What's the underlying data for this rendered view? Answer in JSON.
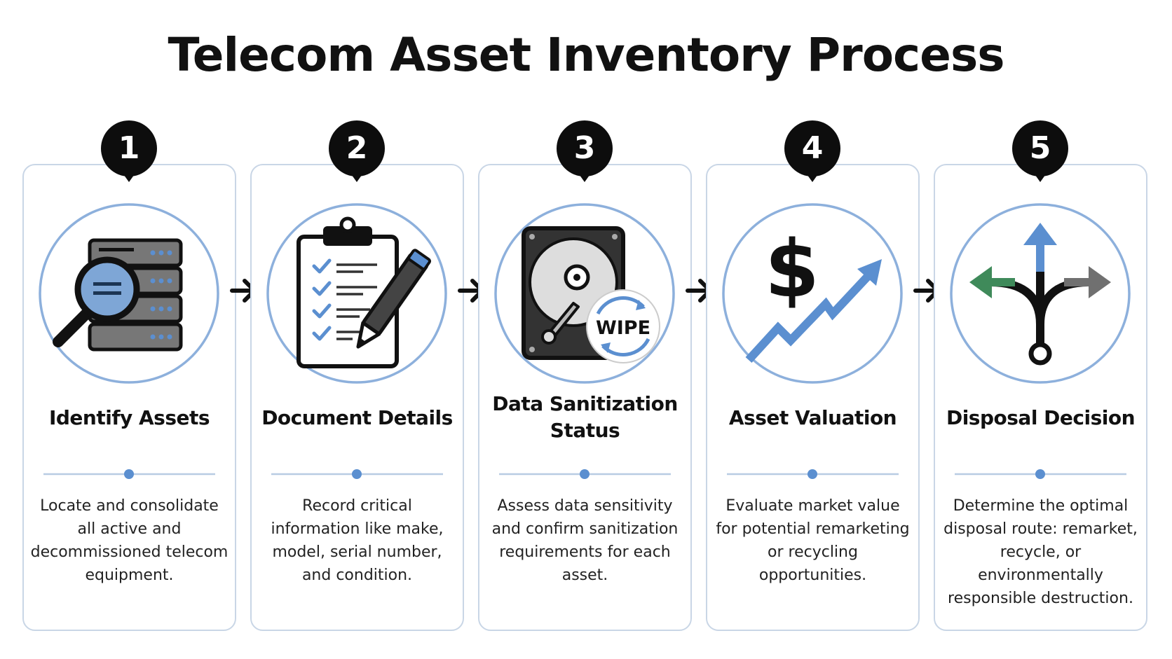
{
  "title": "Telecom Asset Inventory Process",
  "colors": {
    "accent": "#5b8fd0",
    "dark": "#0d0d0d",
    "border": "#c9d6e6",
    "green": "#3f8a5a",
    "gray": "#707070"
  },
  "steps": [
    {
      "number": "1",
      "title": "Identify Assets",
      "description": "Locate and consolidate all active and decommissioned telecom equipment.",
      "icon": "server-magnifier-icon"
    },
    {
      "number": "2",
      "title": "Document Details",
      "description": "Record critical information like make, model, serial number, and condition.",
      "icon": "clipboard-checklist-icon"
    },
    {
      "number": "3",
      "title": "Data Sanitization Status",
      "description": "Assess data sensitivity and confirm sanitization requirements for each asset.",
      "icon": "hard-drive-wipe-icon",
      "icon_label": "WIPE"
    },
    {
      "number": "4",
      "title": "Asset Valuation",
      "description": "Evaluate market value for potential remarketing or recycling opportunities.",
      "icon": "dollar-trend-icon",
      "icon_label": "$"
    },
    {
      "number": "5",
      "title": "Disposal Decision",
      "description": "Determine the optimal disposal route: remarket, recycle, or environmentally responsible destruction.",
      "icon": "branching-arrows-icon"
    }
  ]
}
